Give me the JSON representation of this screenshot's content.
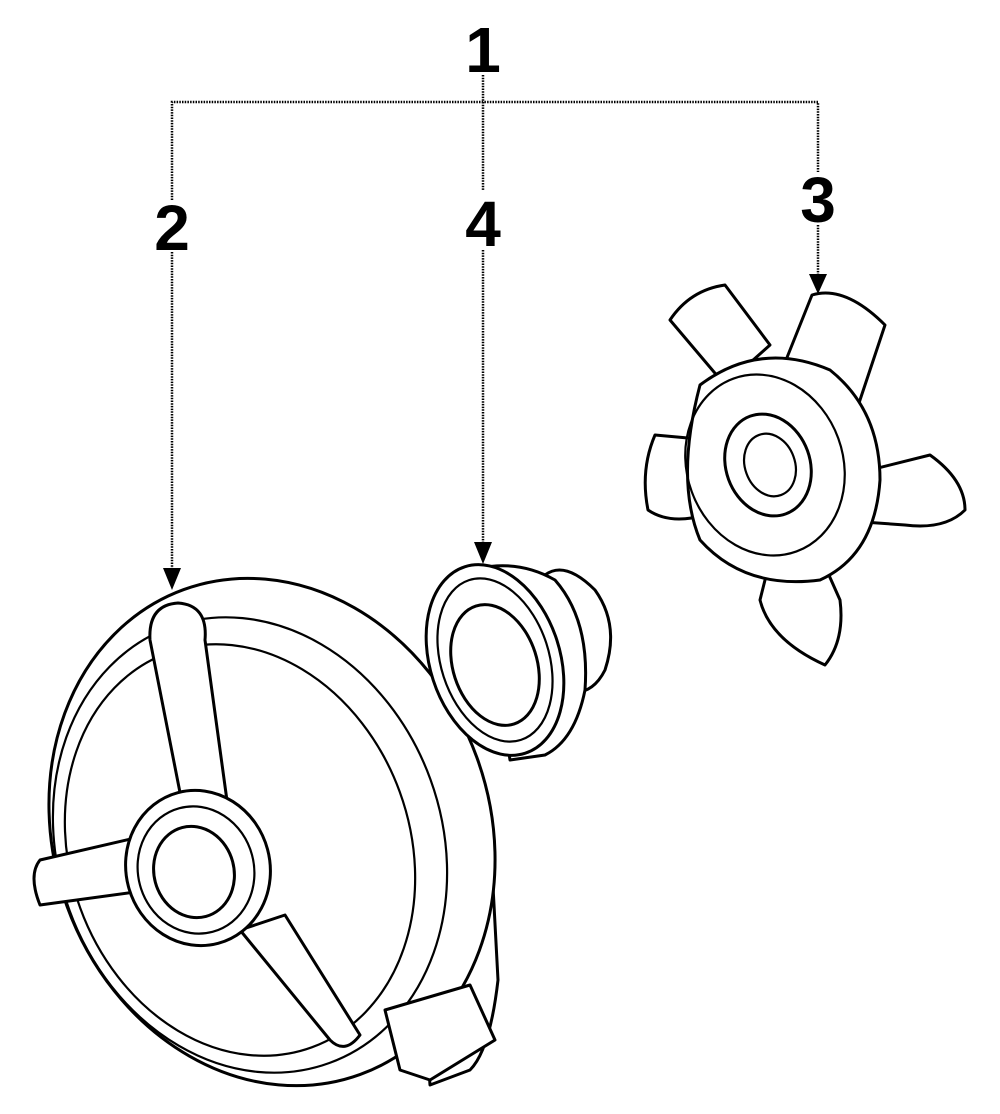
{
  "callouts": {
    "part_1": "1",
    "part_2": "2",
    "part_3": "3",
    "part_4": "4"
  },
  "colors": {
    "ink": "#000000",
    "background": "#ffffff"
  }
}
